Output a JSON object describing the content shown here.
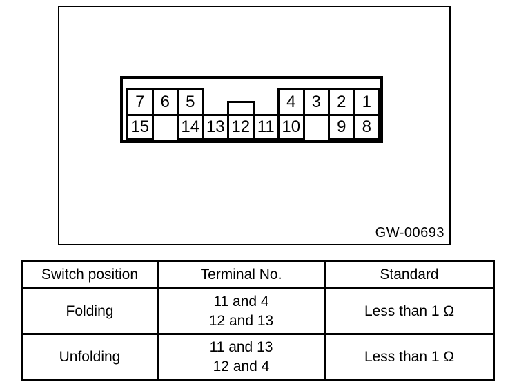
{
  "figure": {
    "code_label": "GW-00693",
    "connector": {
      "description": "15-pin connector front view, two rows, keyway tab above terminal 12",
      "top_cells": [
        {
          "col": 0,
          "label": "7"
        },
        {
          "col": 1,
          "label": "6"
        },
        {
          "col": 2,
          "label": "5"
        },
        {
          "col": 6,
          "label": "4"
        },
        {
          "col": 7,
          "label": "3"
        },
        {
          "col": 8,
          "label": "2"
        },
        {
          "col": 9,
          "label": "1"
        }
      ],
      "bottom_cells": [
        {
          "col": 0,
          "label": "15"
        },
        {
          "col": 2,
          "label": "14"
        },
        {
          "col": 3,
          "label": "13"
        },
        {
          "col": 4,
          "label": "12"
        },
        {
          "col": 5,
          "label": "11"
        },
        {
          "col": 6,
          "label": "10"
        },
        {
          "col": 8,
          "label": "9"
        },
        {
          "col": 9,
          "label": "8"
        }
      ],
      "keyway_col": 4
    }
  },
  "table": {
    "headers": [
      "Switch position",
      "Terminal No.",
      "Standard"
    ],
    "rows": [
      {
        "position": "Folding",
        "terminals": [
          "11 and 4",
          "12 and 13"
        ],
        "standard": "Less than 1 Ω"
      },
      {
        "position": "Unfolding",
        "terminals": [
          "11 and 13",
          "12 and 4"
        ],
        "standard": "Less than 1 Ω"
      }
    ]
  },
  "colors": {
    "line": "#000000",
    "background": "#ffffff",
    "text": "#000000"
  }
}
